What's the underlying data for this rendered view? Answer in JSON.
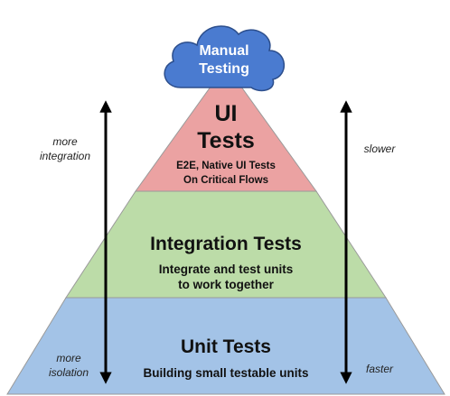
{
  "cloud": {
    "line1": "Manual",
    "line2": "Testing",
    "fill": "#4a7bd0",
    "stroke": "#2c4e8c",
    "text_color": "#ffffff"
  },
  "layers": {
    "ui": {
      "title1": "UI",
      "title2": "Tests",
      "sub1": "E2E, Native UI Tests",
      "sub2": "On Critical Flows",
      "fill": "#eba2a2"
    },
    "integration": {
      "title": "Integration Tests",
      "sub1": "Integrate and test units",
      "sub2": "to work together",
      "fill": "#bcdca8"
    },
    "unit": {
      "title": "Unit Tests",
      "sub1": "Building small testable units",
      "fill": "#a3c3e7"
    }
  },
  "left_axis": {
    "top1": "more",
    "top2": "integration",
    "bottom1": "more",
    "bottom2": "isolation"
  },
  "right_axis": {
    "top": "slower",
    "bottom": "faster"
  }
}
